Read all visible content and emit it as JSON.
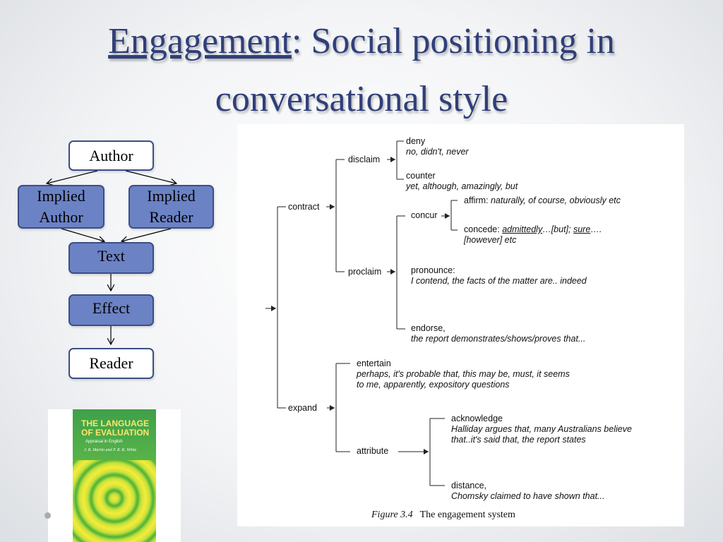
{
  "slide": {
    "title_link": "Engagement",
    "title_rest": ": Social positioning in conversational style"
  },
  "flowchart": {
    "author": "Author",
    "implied_author": "Implied Author",
    "implied_reader": "Implied Reader",
    "text": "Text",
    "effect": "Effect",
    "reader": "Reader"
  },
  "book_cover": {
    "title": "THE LANGUAGE OF EVALUATION",
    "subtitle": "Appraisal in English",
    "authors": "J. R. Martin and P. R. R. White"
  },
  "figure": {
    "caption_number": "Figure 3.4",
    "caption_text": "The engagement system",
    "nodes": {
      "contract": "contract",
      "expand": "expand",
      "disclaim": "disclaim",
      "proclaim": "proclaim",
      "deny": "deny",
      "deny_ex": "no, didn't, never",
      "counter": "counter",
      "counter_ex": "yet, although, amazingly, but",
      "concur": "concur",
      "affirm": "affirm:",
      "affirm_ex": "naturally, of course, obviously etc",
      "concede": "concede:",
      "concede_ex1": "admittedly",
      "concede_ex2": "…[but]; ",
      "concede_ex3": "sure",
      "concede_ex4": "….",
      "concede_ex5": "[however] etc",
      "pronounce": "pronounce:",
      "pronounce_ex": "I contend, the facts of the matter are.. indeed",
      "endorse": "endorse,",
      "endorse_ex": "the report demonstrates/shows/proves that...",
      "entertain": "entertain",
      "entertain_ex": "perhaps, it's probable that, this may be, must, it seems to me, apparently, expository questions",
      "attribute": "attribute",
      "acknowledge": "acknowledge",
      "acknowledge_ex": "Halliday argues that, many Australians believe that..it's said that, the report states",
      "distance": "distance,",
      "distance_ex": "Chomsky claimed to have shown that..."
    }
  }
}
